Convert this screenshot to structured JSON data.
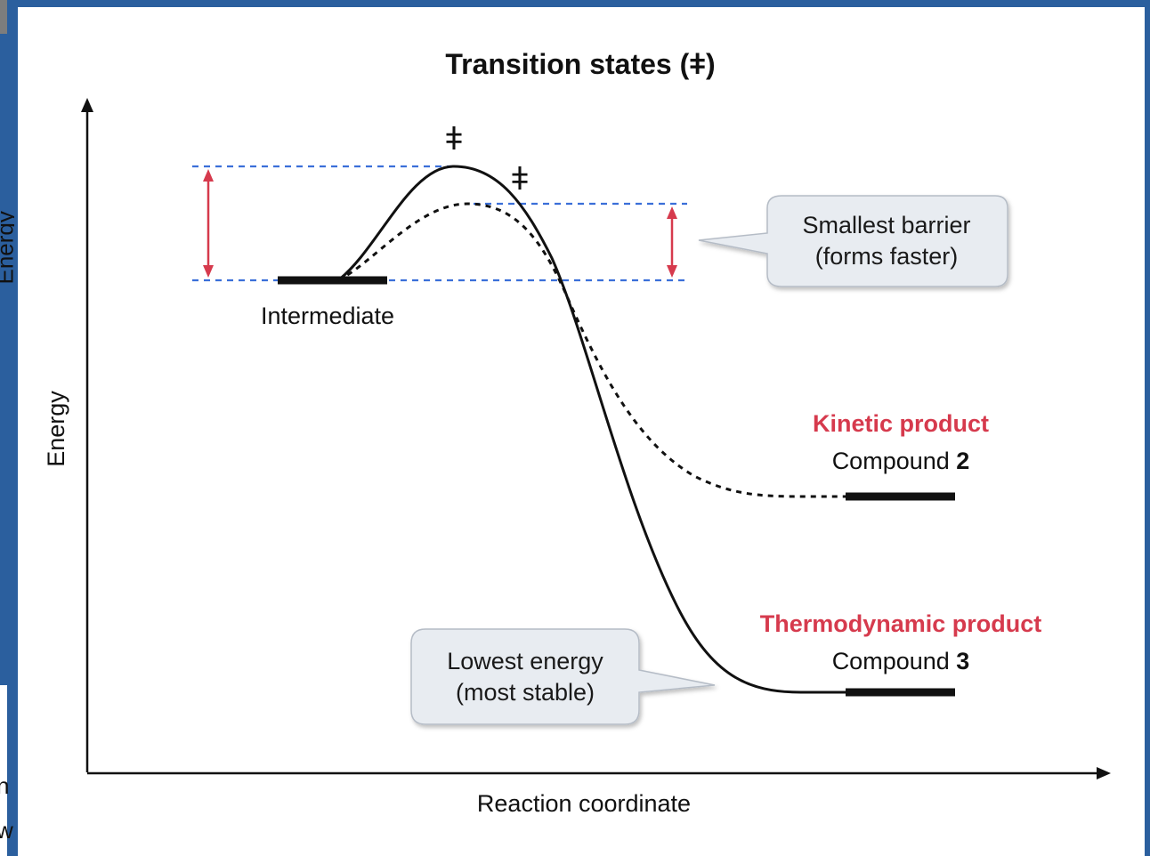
{
  "title": "Transition states (ǂ)",
  "axes": {
    "y_label": "Energy",
    "x_label": "Reaction coordinate"
  },
  "ts_symbol_1": "ǂ",
  "ts_symbol_2": "ǂ",
  "intermediate_label": "Intermediate",
  "callout_barrier": {
    "line1": "Smallest barrier",
    "line2": "(forms faster)"
  },
  "callout_stable": {
    "line1": "Lowest energy",
    "line2": "(most stable)"
  },
  "kinetic": {
    "heading": "Kinetic product",
    "compound_prefix": "Compound ",
    "compound_num": "2"
  },
  "thermo": {
    "heading": "Thermodynamic product",
    "compound_prefix": "Compound ",
    "compound_num": "3"
  },
  "left_fragment": {
    "side_text": "Energy",
    "bottom_1": "n",
    "bottom_2": "w"
  },
  "colors": {
    "frame": "#2b5f9e",
    "guide": "#3b6fd9",
    "arrow": "#d63a4d",
    "product_heading": "#d63a4d",
    "bubble_fill": "#e8ecf1",
    "bubble_stroke": "#b5bcc6"
  }
}
